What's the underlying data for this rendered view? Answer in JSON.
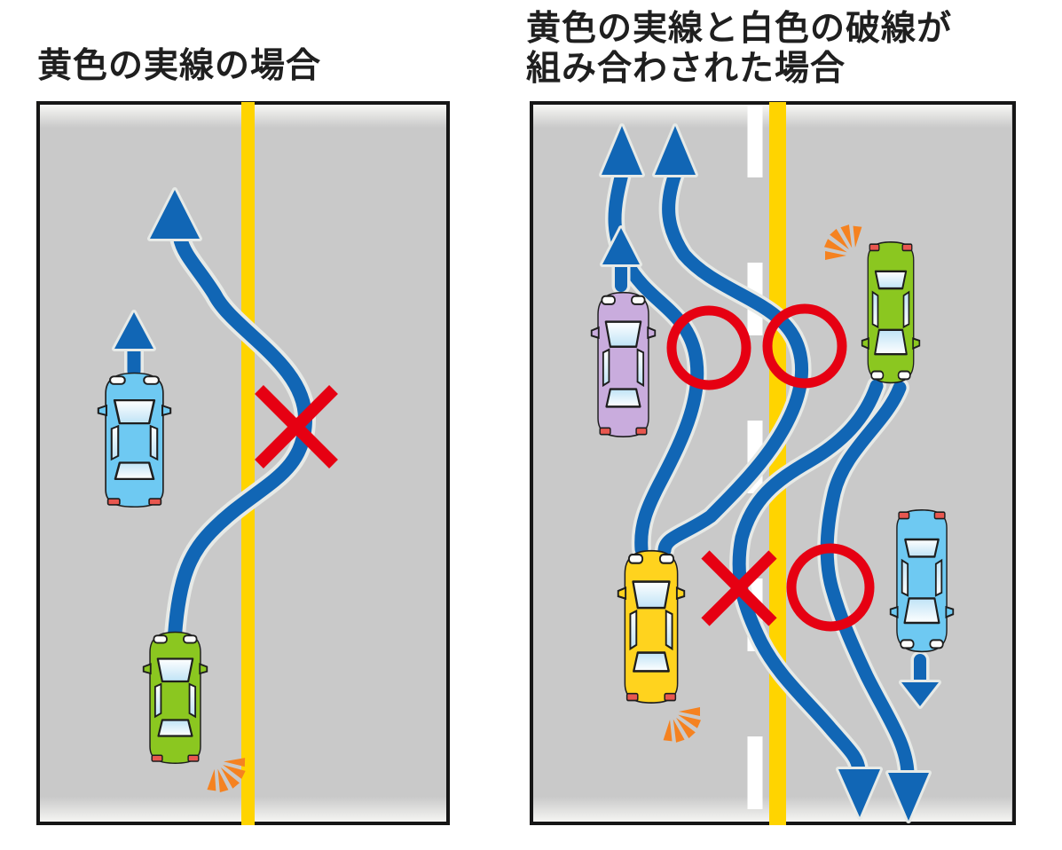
{
  "titles": {
    "left": "黄色の実線の場合",
    "right": "黄色の実線と白色の破線が\n組み合わされた場合"
  },
  "palette": {
    "background": "#ffffff",
    "title_color": "#1f1f1f",
    "road": "#c9c9c9",
    "road_border": "#161616",
    "yellow_line": "#ffd400",
    "white_line": "#ffffff",
    "arrow_blue": "#1166b5",
    "arrow_halo": "#e7eae7",
    "mark_red": "#e60012",
    "signal_orange": "#f58220",
    "car_blue": "#6ec9f2",
    "car_green": "#8bc720",
    "car_purple": "#c9acdd",
    "car_yellow": "#ffd31e",
    "car_outline": "#1e1e1e",
    "taillight": "#e8574f"
  },
  "left_panel": {
    "title_ref": "titles.left",
    "center_lines": [
      "yellow-solid"
    ],
    "vehicles": [
      {
        "name": "light-blue-car",
        "direction": "up",
        "lane": "left"
      },
      {
        "name": "green-car",
        "direction": "up",
        "lane": "left",
        "turn_signal": "right-rear"
      }
    ],
    "arrows": [
      "straight-up-small",
      "overtake-s-curve-crossing-center-line"
    ],
    "marks": [
      {
        "type": "prohibited",
        "symbol": "×"
      }
    ]
  },
  "right_panel": {
    "title_ref": "titles.right",
    "center_lines": [
      "white-dashed",
      "yellow-solid"
    ],
    "vehicles": [
      {
        "name": "purple-car",
        "direction": "up",
        "lane": "left"
      },
      {
        "name": "green-car",
        "direction": "down",
        "lane": "right",
        "turn_signal": "right-rear"
      },
      {
        "name": "yellow-car",
        "direction": "up",
        "lane": "left",
        "turn_signal": "right-rear"
      },
      {
        "name": "light-blue-car",
        "direction": "down",
        "lane": "right"
      }
    ],
    "arrows": [
      "straight-up-small",
      "overtake-up-inside-lane",
      "overtake-up-crossing-both-lines",
      "straight-down-small",
      "overtake-down-inside-lane",
      "overtake-down-crossing-both-lines"
    ],
    "marks": [
      {
        "type": "allowed",
        "symbol": "○"
      },
      {
        "type": "allowed",
        "symbol": "○"
      },
      {
        "type": "prohibited",
        "symbol": "×"
      },
      {
        "type": "allowed",
        "symbol": "○"
      }
    ]
  }
}
